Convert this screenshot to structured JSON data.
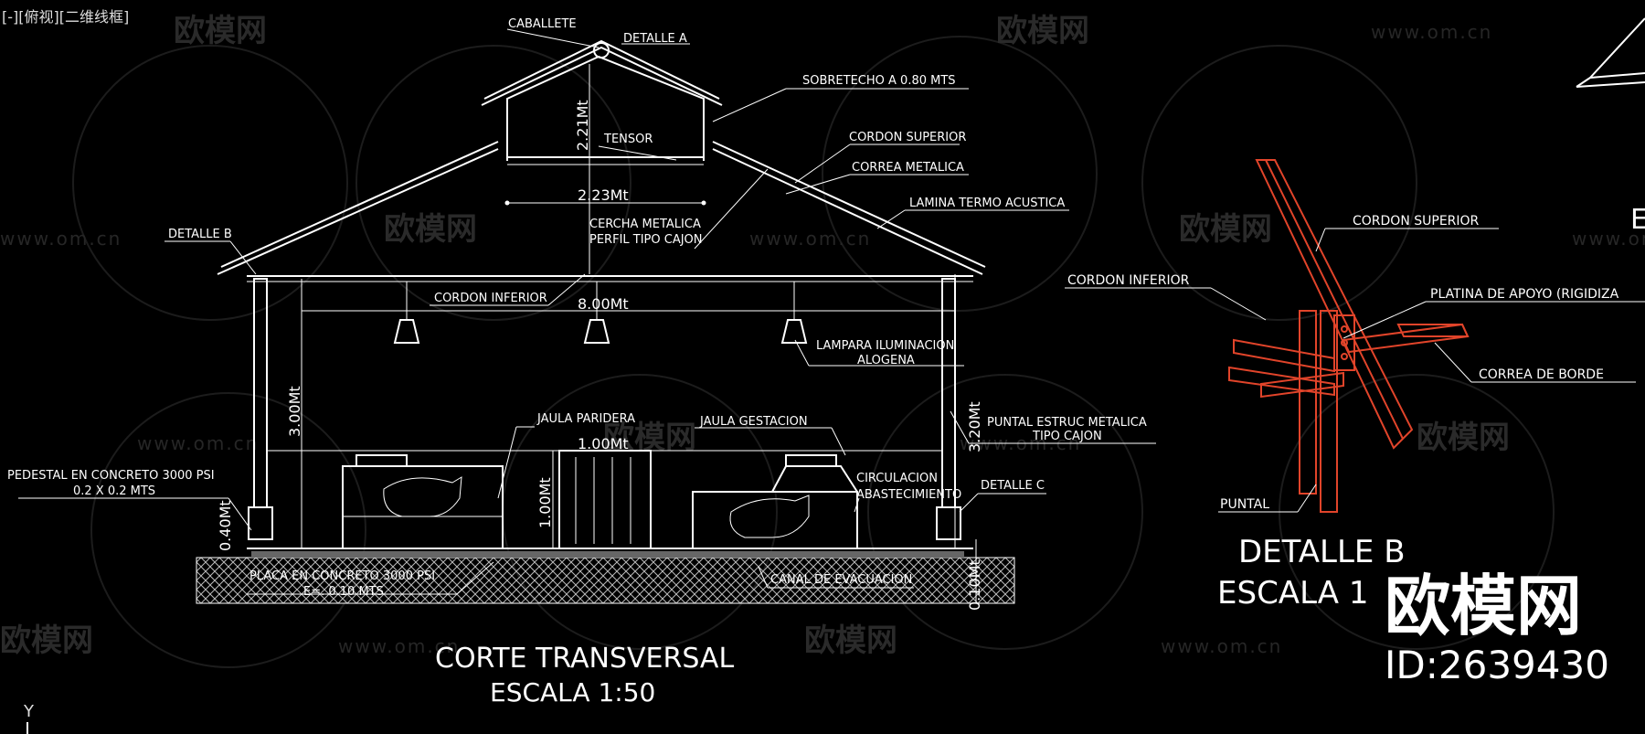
{
  "viewport": "[-][俯视][二维线框]",
  "axis_y": "Y",
  "watermark": {
    "brand": "欧模网",
    "url": "www.om.cn",
    "id": "ID:2639430"
  },
  "section": {
    "title": "CORTE TRANSVERSAL",
    "scale": "ESCALA 1:50",
    "dims": {
      "attic_h": "2.21Mt",
      "tensor_w": "2.23Mt",
      "span": "8.00Mt",
      "wall_h": "3.00Mt",
      "post_h": "3.20Mt",
      "pedestal_h": "0.40Mt",
      "cage_w": "1.00Mt",
      "cage_h": "1.00Mt",
      "slab": "0.10Mt"
    },
    "labels": {
      "caballete": "CABALLETE",
      "detalle_a": "DETALLE A",
      "sobretecho": "SOBRETECHO A 0.80 MTS",
      "tensor": "TENSOR",
      "cordon_sup": "CORDON SUPERIOR",
      "correa": "CORREA METALICA",
      "lamina": "LAMINA TERMO ACUSTICA",
      "detalle_b": "DETALLE B",
      "cercha_1": "CERCHA METALICA",
      "cercha_2": "PERFIL TIPO CAJON",
      "cordon_inf": "CORDON INFERIOR",
      "lampara_1": "LAMPARA ILUMINACION",
      "lampara_2": "ALOGENA",
      "jaula_paridera": "JAULA PARIDERA",
      "jaula_gestacion": "JAULA GESTACION",
      "puntal_1": "PUNTAL ESTRUC METALICA",
      "puntal_2": "TIPO CAJON",
      "pedestal_1": "PEDESTAL EN CONCRETO 3000 PSI",
      "pedestal_2": "0.2 X 0.2 MTS",
      "circulacion_1": "CIRCULACION",
      "circulacion_2": "ABASTECIMIENTO",
      "detalle_c": "DETALLE C",
      "placa_1": "PLACA EN CONCRETO 3000 PSI",
      "placa_2": "E=. 0.10 MTS",
      "canal": "CANAL DE EVACUACION"
    }
  },
  "detail": {
    "title": "DETALLE B",
    "scale": "ESCALA 1",
    "letter": "E",
    "labels": {
      "cordon_sup": "CORDON SUPERIOR",
      "cordon_inf": "CORDON INFERIOR",
      "platina": "PLATINA DE APOYO (RIGIDIZA",
      "correa_borde": "CORREA DE BORDE",
      "puntal": "PUNTAL"
    }
  },
  "colors": {
    "background": "#000000",
    "lines": "#ffffff",
    "detail": "#e1442a",
    "watermark": "#2a2a2a"
  }
}
